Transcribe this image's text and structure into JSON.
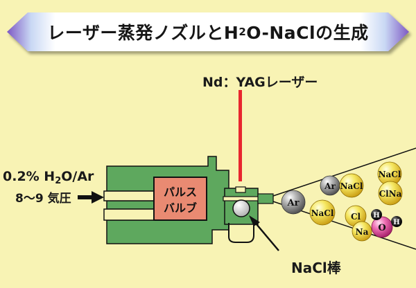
{
  "title": {
    "prefix": "レーザー蒸発ノズルとH",
    "sub": "2",
    "suffix": "O-NaClの生成"
  },
  "laser_label": "Nd：YAGレーザー",
  "gas_label": {
    "prefix": "0.2% H",
    "sub": "2",
    "suffix": "O/Ar"
  },
  "pressure_label": "8～9 気圧",
  "valve_label": {
    "line1": "パルス",
    "line2": "バルブ"
  },
  "rod_label": "NaCl棒",
  "particles": [
    {
      "id": "ar-1",
      "text": "Ar",
      "kind": "gray",
      "size": "l"
    },
    {
      "id": "ar-2",
      "text": "Ar",
      "kind": "gray",
      "size": "m"
    },
    {
      "id": "nacl-1",
      "text": "NaCl",
      "kind": "yellow",
      "size": "m"
    },
    {
      "id": "nacl-2",
      "text": "NaCl",
      "kind": "yellow",
      "size": "m"
    },
    {
      "id": "nacl-3",
      "text": "NaCl",
      "kind": "yellow",
      "size": "m"
    },
    {
      "id": "clna",
      "text": "ClNa",
      "kind": "yellow",
      "size": "m"
    },
    {
      "id": "cl",
      "text": "Cl",
      "kind": "yellow",
      "size": "m"
    },
    {
      "id": "na",
      "text": "Na",
      "kind": "yellow",
      "size": "m"
    },
    {
      "id": "h-1",
      "text": "H",
      "kind": "black",
      "size": "s"
    },
    {
      "id": "o",
      "text": "O",
      "kind": "pink",
      "size": "m"
    },
    {
      "id": "h-2",
      "text": "H",
      "kind": "black",
      "size": "s"
    }
  ],
  "colors": {
    "background": "#f8f3b4",
    "nozzle": "#5ea85e",
    "valve": "#e98a72",
    "laser": "#e8262e",
    "banner": "#ffffff"
  }
}
